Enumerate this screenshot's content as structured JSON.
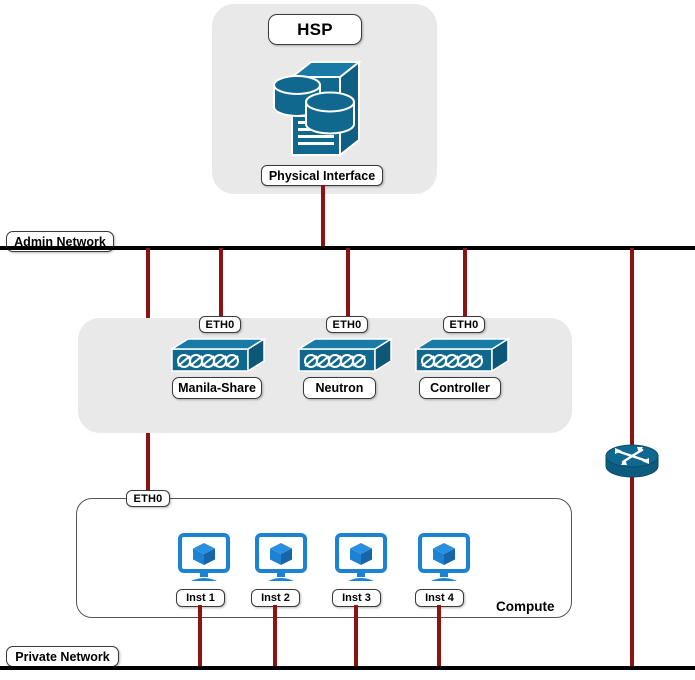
{
  "diagram": {
    "title": "OpenStack Manila HSP network topology",
    "colors": {
      "link_red": "#8d1313",
      "panel_grey": "#e9e9e9",
      "device_blue": "#10688f",
      "device_blue_dark": "#0d587a",
      "instance_blue": "#1b82d4",
      "network_black": "#000000"
    },
    "hsp": {
      "title_label": "HSP",
      "interface_label": "Physical Interface",
      "icon": "storage-server-icon"
    },
    "networks": {
      "admin": {
        "label": "Admin Network"
      },
      "private": {
        "label": "Private Network"
      }
    },
    "services": {
      "panel_name": "services-panel",
      "nodes": [
        {
          "eth_label": "ETH0",
          "name_label": "Manila-Share",
          "icon": "switch-icon"
        },
        {
          "eth_label": "ETH0",
          "name_label": "Neutron",
          "icon": "switch-icon"
        },
        {
          "eth_label": "ETH0",
          "name_label": "Controller",
          "icon": "switch-icon"
        }
      ]
    },
    "compute": {
      "box_label": "Compute",
      "eth_label": "ETH0",
      "instances": [
        {
          "label": "Inst 1",
          "icon": "instance-monitor-icon"
        },
        {
          "label": "Inst 2",
          "icon": "instance-monitor-icon"
        },
        {
          "label": "Inst 3",
          "icon": "instance-monitor-icon"
        },
        {
          "label": "Inst 4",
          "icon": "instance-monitor-icon"
        }
      ]
    },
    "router": {
      "icon": "router-icon",
      "name": "router"
    }
  }
}
